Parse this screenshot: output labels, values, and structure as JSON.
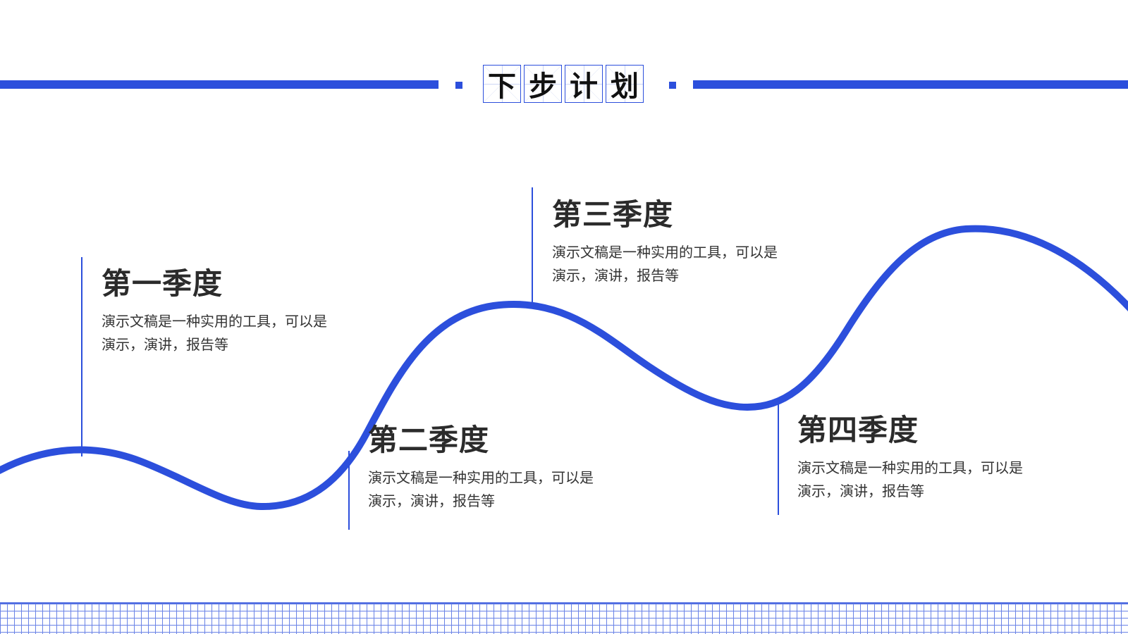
{
  "title": {
    "chars": [
      "下",
      "步",
      "计",
      "划"
    ]
  },
  "quarters": [
    {
      "title": "第一季度",
      "desc_line1": "演示文稿是一种实用的工具，可以是",
      "desc_line2": "演示，演讲，报告等"
    },
    {
      "title": "第二季度",
      "desc_line1": "演示文稿是一种实用的工具，可以是",
      "desc_line2": "演示，演讲，报告等"
    },
    {
      "title": "第三季度",
      "desc_line1": "演示文稿是一种实用的工具，可以是",
      "desc_line2": "演示，演讲，报告等"
    },
    {
      "title": "第四季度",
      "desc_line1": "演示文稿是一种实用的工具，可以是",
      "desc_line2": "演示，演讲，报告等"
    }
  ],
  "colors": {
    "accent": "#2c4fdc",
    "text": "#2b2b2b",
    "grid": "#6a83e6"
  }
}
